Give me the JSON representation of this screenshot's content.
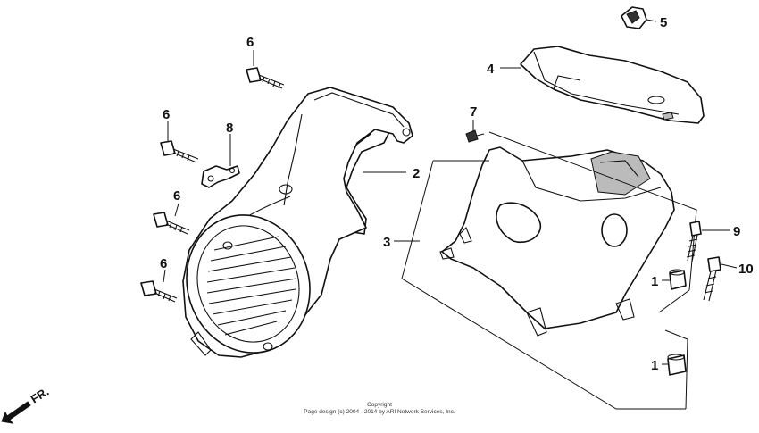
{
  "callouts": {
    "c1a": "1",
    "c1b": "1",
    "c2": "2",
    "c3": "3",
    "c4": "4",
    "c5": "5",
    "c6a": "6",
    "c6b": "6",
    "c6c": "6",
    "c6d": "6",
    "c7": "7",
    "c8": "8",
    "c9": "9",
    "c10": "10"
  },
  "direction": {
    "label": "FR."
  },
  "copyright": {
    "line1": "Copyright",
    "line2": "Page design (c) 2004 - 2014 by ARI Network Services, Inc."
  }
}
